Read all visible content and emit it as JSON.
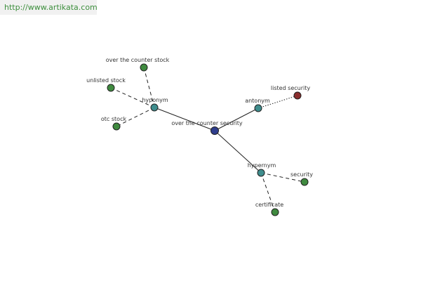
{
  "site_link": "http://www.artikata.com",
  "colors": {
    "center": "#2e3d8c",
    "relation": "#3f8d8d",
    "leaf": "#3f8a3f",
    "opposite": "#8a2e2e",
    "edge": "#222222"
  },
  "graph": {
    "center": {
      "label": "over the counter security"
    },
    "relations": [
      {
        "id": "hyponym",
        "label": "hyponym"
      },
      {
        "id": "antonym",
        "label": "antonym"
      },
      {
        "id": "hypernym",
        "label": "hypernym"
      }
    ],
    "terms": [
      {
        "label": "over the counter stock",
        "relation": "hyponym"
      },
      {
        "label": "unlisted stock",
        "relation": "hyponym"
      },
      {
        "label": "otc stock",
        "relation": "hyponym"
      },
      {
        "label": "listed security",
        "relation": "antonym"
      },
      {
        "label": "security",
        "relation": "hypernym"
      },
      {
        "label": "certificate",
        "relation": "hypernym"
      }
    ]
  }
}
